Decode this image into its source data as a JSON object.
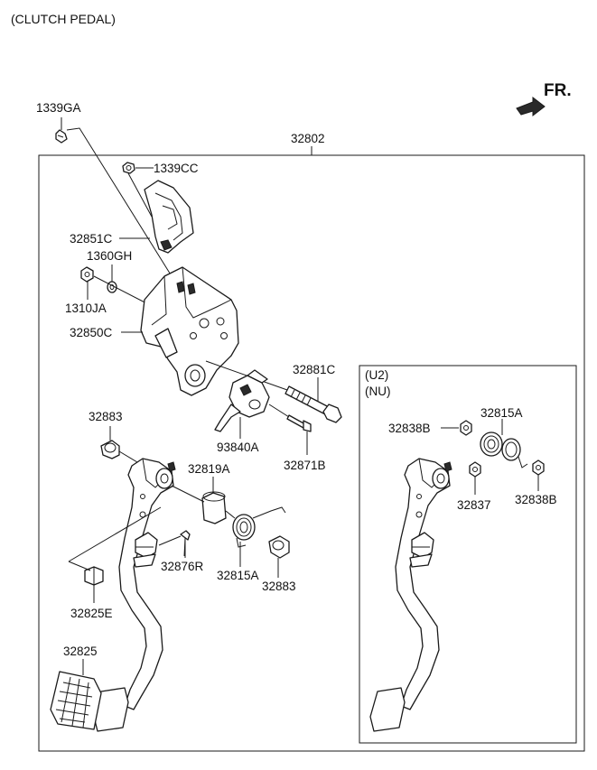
{
  "title": "(CLUTCH PEDAL)",
  "direction": "FR.",
  "inset": {
    "line1": "(U2)",
    "line2": "(NU)"
  },
  "labels": {
    "p1339GA": "1339GA",
    "p32802": "32802",
    "p1339CC": "1339CC",
    "p32851C": "32851C",
    "p1360GH": "1360GH",
    "p1310JA": "1310JA",
    "p32850C": "32850C",
    "p32881C": "32881C",
    "p32883a": "32883",
    "p93840A": "93840A",
    "p32871B": "32871B",
    "p32819A": "32819A",
    "p32876R": "32876R",
    "p32815A": "32815A",
    "p32883b": "32883",
    "p32825E": "32825E",
    "p32825": "32825",
    "p32838Ba": "32838B",
    "p32815Ab": "32815A",
    "p32837": "32837",
    "p32838Bb": "32838B"
  },
  "icons": {
    "direction_arrow": "arrow-right-icon"
  }
}
